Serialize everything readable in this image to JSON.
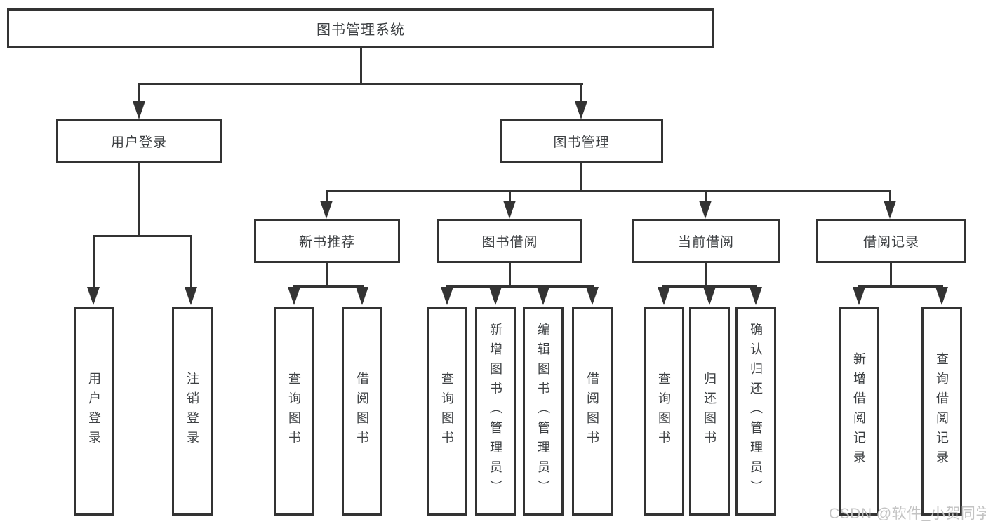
{
  "diagram": {
    "root": {
      "label": "图书管理系统"
    },
    "branches": [
      {
        "label": "用户登录",
        "children": [
          {
            "label": "用户登录"
          },
          {
            "label": "注销登录"
          }
        ]
      },
      {
        "label": "图书管理",
        "children": [
          {
            "label": "新书推荐",
            "children": [
              {
                "label": "查询图书"
              },
              {
                "label": "借阅图书"
              }
            ]
          },
          {
            "label": "图书借阅",
            "children": [
              {
                "label": "查询图书"
              },
              {
                "label": "新增图书（管理员）"
              },
              {
                "label": "编辑图书（管理员）"
              },
              {
                "label": "借阅图书"
              }
            ]
          },
          {
            "label": "当前借阅",
            "children": [
              {
                "label": "查询图书"
              },
              {
                "label": "归还图书"
              },
              {
                "label": "确认归还（管理员）"
              }
            ]
          },
          {
            "label": "借阅记录",
            "children": [
              {
                "label": "新增借阅记录"
              },
              {
                "label": "查询借阅记录"
              }
            ]
          }
        ]
      }
    ]
  },
  "watermark": {
    "text": "CSDN @软件_小贺同学"
  },
  "colors": {
    "line": "#333333",
    "text": "#3d4043",
    "background": "#ffffff",
    "watermark": "#c3c3c3"
  }
}
